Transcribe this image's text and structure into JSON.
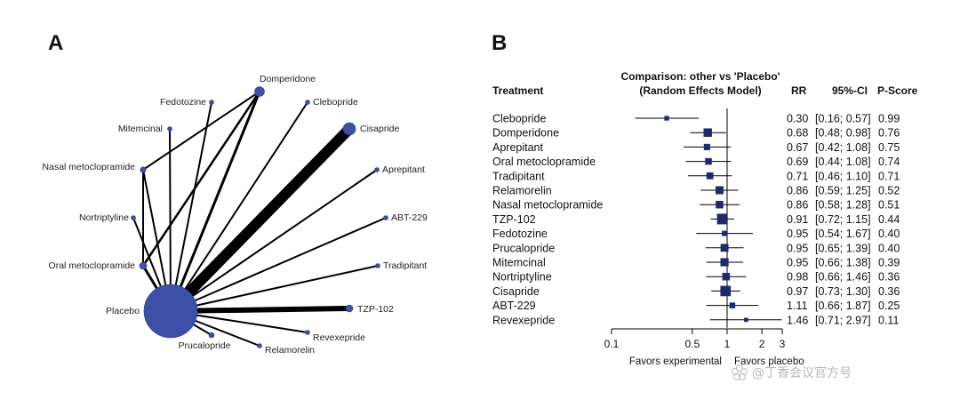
{
  "panels": {
    "a": "A",
    "b": "B"
  },
  "network": {
    "hub": "Placebo",
    "nodes": [
      {
        "id": "placebo",
        "label": "Placebo"
      },
      {
        "id": "domperidone",
        "label": "Domperidone"
      },
      {
        "id": "fedotozine",
        "label": "Fedotozine"
      },
      {
        "id": "clebopride",
        "label": "Clebopride"
      },
      {
        "id": "mitemcinal",
        "label": "Mitemcinal"
      },
      {
        "id": "cisapride",
        "label": "Cisapride"
      },
      {
        "id": "nasal",
        "label": "Nasal metoclopramide"
      },
      {
        "id": "aprepitant",
        "label": "Aprepitant"
      },
      {
        "id": "nortriptyline",
        "label": "Nortriptyline"
      },
      {
        "id": "abt229",
        "label": "ABT-229"
      },
      {
        "id": "oral",
        "label": "Oral metoclopramide"
      },
      {
        "id": "tradipitant",
        "label": "Tradipitant"
      },
      {
        "id": "tzp102",
        "label": "TZP-102"
      },
      {
        "id": "revexepride",
        "label": "Revexepride"
      },
      {
        "id": "prucalopride",
        "label": "Prucalopride"
      },
      {
        "id": "relamorelin",
        "label": "Relamorelin"
      }
    ]
  },
  "chart_data": {
    "type": "forest",
    "title": "Comparison: other vs 'Placebo'",
    "subtitle": "(Random Effects Model)",
    "columns": {
      "treatment": "Treatment",
      "rr": "RR",
      "ci": "95%-CI",
      "pscore": "P-Score"
    },
    "scale": "log",
    "xlim": [
      0.1,
      3
    ],
    "xticks": [
      0.1,
      0.5,
      1,
      2,
      3
    ],
    "xtick_labels": [
      "0.1",
      "0.5",
      "1",
      "2",
      "3"
    ],
    "reference_line": 1,
    "favors_left": "Favors experimental",
    "favors_right": "Favors placebo",
    "rows": [
      {
        "treatment": "Clebopride",
        "rr": 0.3,
        "lo": 0.16,
        "hi": 0.57,
        "rr_text": "0.30",
        "ci_text": "[0.16; 0.57]",
        "pscore": "0.99"
      },
      {
        "treatment": "Domperidone",
        "rr": 0.68,
        "lo": 0.48,
        "hi": 0.98,
        "rr_text": "0.68",
        "ci_text": "[0.48; 0.98]",
        "pscore": "0.76"
      },
      {
        "treatment": "Aprepitant",
        "rr": 0.67,
        "lo": 0.42,
        "hi": 1.08,
        "rr_text": "0.67",
        "ci_text": "[0.42; 1.08]",
        "pscore": "0.75"
      },
      {
        "treatment": "Oral metoclopramide",
        "rr": 0.69,
        "lo": 0.44,
        "hi": 1.08,
        "rr_text": "0.69",
        "ci_text": "[0.44; 1.08]",
        "pscore": "0.74"
      },
      {
        "treatment": "Tradipitant",
        "rr": 0.71,
        "lo": 0.46,
        "hi": 1.1,
        "rr_text": "0.71",
        "ci_text": "[0.46; 1.10]",
        "pscore": "0.71"
      },
      {
        "treatment": "Relamorelin",
        "rr": 0.86,
        "lo": 0.59,
        "hi": 1.25,
        "rr_text": "0.86",
        "ci_text": "[0.59; 1.25]",
        "pscore": "0.52"
      },
      {
        "treatment": "Nasal metoclopramide",
        "rr": 0.86,
        "lo": 0.58,
        "hi": 1.28,
        "rr_text": "0.86",
        "ci_text": "[0.58; 1.28]",
        "pscore": "0.51"
      },
      {
        "treatment": "TZP-102",
        "rr": 0.91,
        "lo": 0.72,
        "hi": 1.15,
        "rr_text": "0.91",
        "ci_text": "[0.72; 1.15]",
        "pscore": "0.44"
      },
      {
        "treatment": "Fedotozine",
        "rr": 0.95,
        "lo": 0.54,
        "hi": 1.67,
        "rr_text": "0.95",
        "ci_text": "[0.54; 1.67]",
        "pscore": "0.40"
      },
      {
        "treatment": "Prucalopride",
        "rr": 0.95,
        "lo": 0.65,
        "hi": 1.39,
        "rr_text": "0.95",
        "ci_text": "[0.65; 1.39]",
        "pscore": "0.40"
      },
      {
        "treatment": "Mitemcinal",
        "rr": 0.95,
        "lo": 0.66,
        "hi": 1.38,
        "rr_text": "0.95",
        "ci_text": "[0.66; 1.38]",
        "pscore": "0.39"
      },
      {
        "treatment": "Nortriptyline",
        "rr": 0.98,
        "lo": 0.66,
        "hi": 1.46,
        "rr_text": "0.98",
        "ci_text": "[0.66; 1.46]",
        "pscore": "0.36"
      },
      {
        "treatment": "Cisapride",
        "rr": 0.97,
        "lo": 0.73,
        "hi": 1.3,
        "rr_text": "0.97",
        "ci_text": "[0.73; 1.30]",
        "pscore": "0.36"
      },
      {
        "treatment": "ABT-229",
        "rr": 1.11,
        "lo": 0.66,
        "hi": 1.87,
        "rr_text": "1.11",
        "ci_text": "[0.66; 1.87]",
        "pscore": "0.25"
      },
      {
        "treatment": "Revexepride",
        "rr": 1.46,
        "lo": 0.71,
        "hi": 2.97,
        "rr_text": "1.46",
        "ci_text": "[0.71; 2.97]",
        "pscore": "0.11"
      }
    ]
  },
  "watermark": {
    "text": "@丁香会议官方号",
    "icon": "flower-icon"
  },
  "colors": {
    "node": "#3b50a6",
    "node_stroke": "#2c3f8f",
    "square": "#1f2a6e",
    "line": "#000000"
  }
}
